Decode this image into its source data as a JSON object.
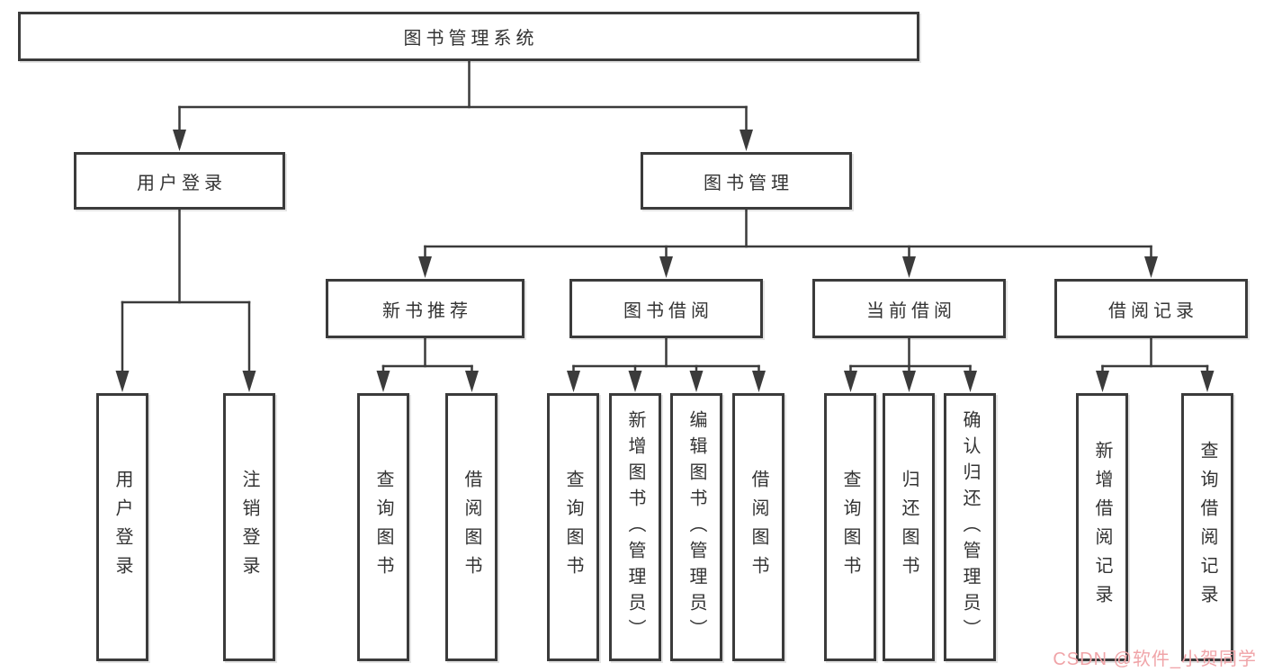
{
  "diagram": {
    "title": "图书管理系统",
    "type": "hierarchy-tree"
  },
  "colors": {
    "line": "#3b3b3b",
    "box_border": "#3b3b3b",
    "text": "#333333",
    "background": "#ffffff",
    "watermark": "#f0a4a8"
  },
  "tree": {
    "root": {
      "label": "图书管理系统",
      "children": [
        {
          "label": "用户登录",
          "children": [
            {
              "label": "用户登录"
            },
            {
              "label": "注销登录"
            }
          ]
        },
        {
          "label": "图书管理",
          "children": [
            {
              "label": "新书推荐",
              "children": [
                {
                  "label": "查询图书"
                },
                {
                  "label": "借阅图书"
                }
              ]
            },
            {
              "label": "图书借阅",
              "children": [
                {
                  "label": "查询图书"
                },
                {
                  "label": "新增图书（管理员）"
                },
                {
                  "label": "编辑图书（管理员）"
                },
                {
                  "label": "借阅图书"
                }
              ]
            },
            {
              "label": "当前借阅",
              "children": [
                {
                  "label": "查询图书"
                },
                {
                  "label": "归还图书"
                },
                {
                  "label": "确认归还（管理员）"
                }
              ]
            },
            {
              "label": "借阅记录",
              "children": [
                {
                  "label": "新增借阅记录"
                },
                {
                  "label": "查询借阅记录"
                }
              ]
            }
          ]
        }
      ]
    }
  },
  "watermark": {
    "text": "CSDN @软件_小贺同学"
  }
}
